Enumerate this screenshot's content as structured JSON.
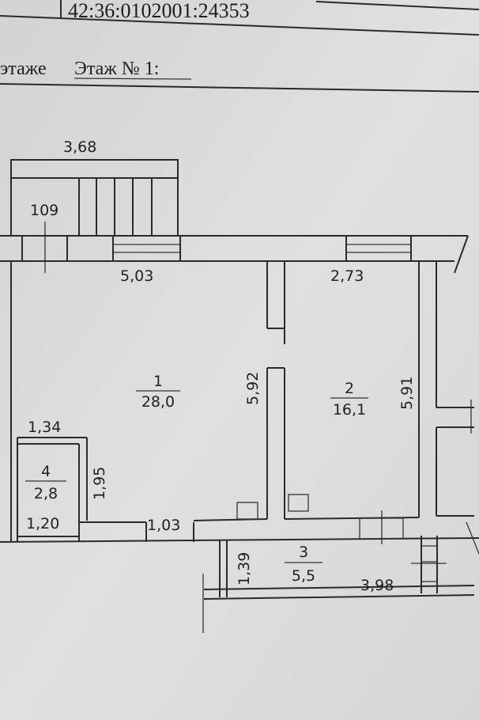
{
  "header": {
    "cadastral_number": "42:36:0102001:24353",
    "floor_prefix": "этаже",
    "floor_label": "Этаж № 1:"
  },
  "plan": {
    "dimensions": {
      "porch_width": "3,68",
      "porch_depth": "109",
      "room1_top": "5,03",
      "room2_top": "2,73",
      "room1_height": "5,92",
      "room2_height": "5,91",
      "room4_top": "1,34",
      "room4_height": "1,95",
      "room4_bottom": "1,20",
      "corridor_width": "1,03",
      "room3_height": "1,39",
      "room3_width": "3,98"
    },
    "rooms": [
      {
        "number": "1",
        "area": "28,0"
      },
      {
        "number": "2",
        "area": "16,1"
      },
      {
        "number": "3",
        "area": "5,5"
      },
      {
        "number": "4",
        "area": "2,8"
      }
    ]
  }
}
